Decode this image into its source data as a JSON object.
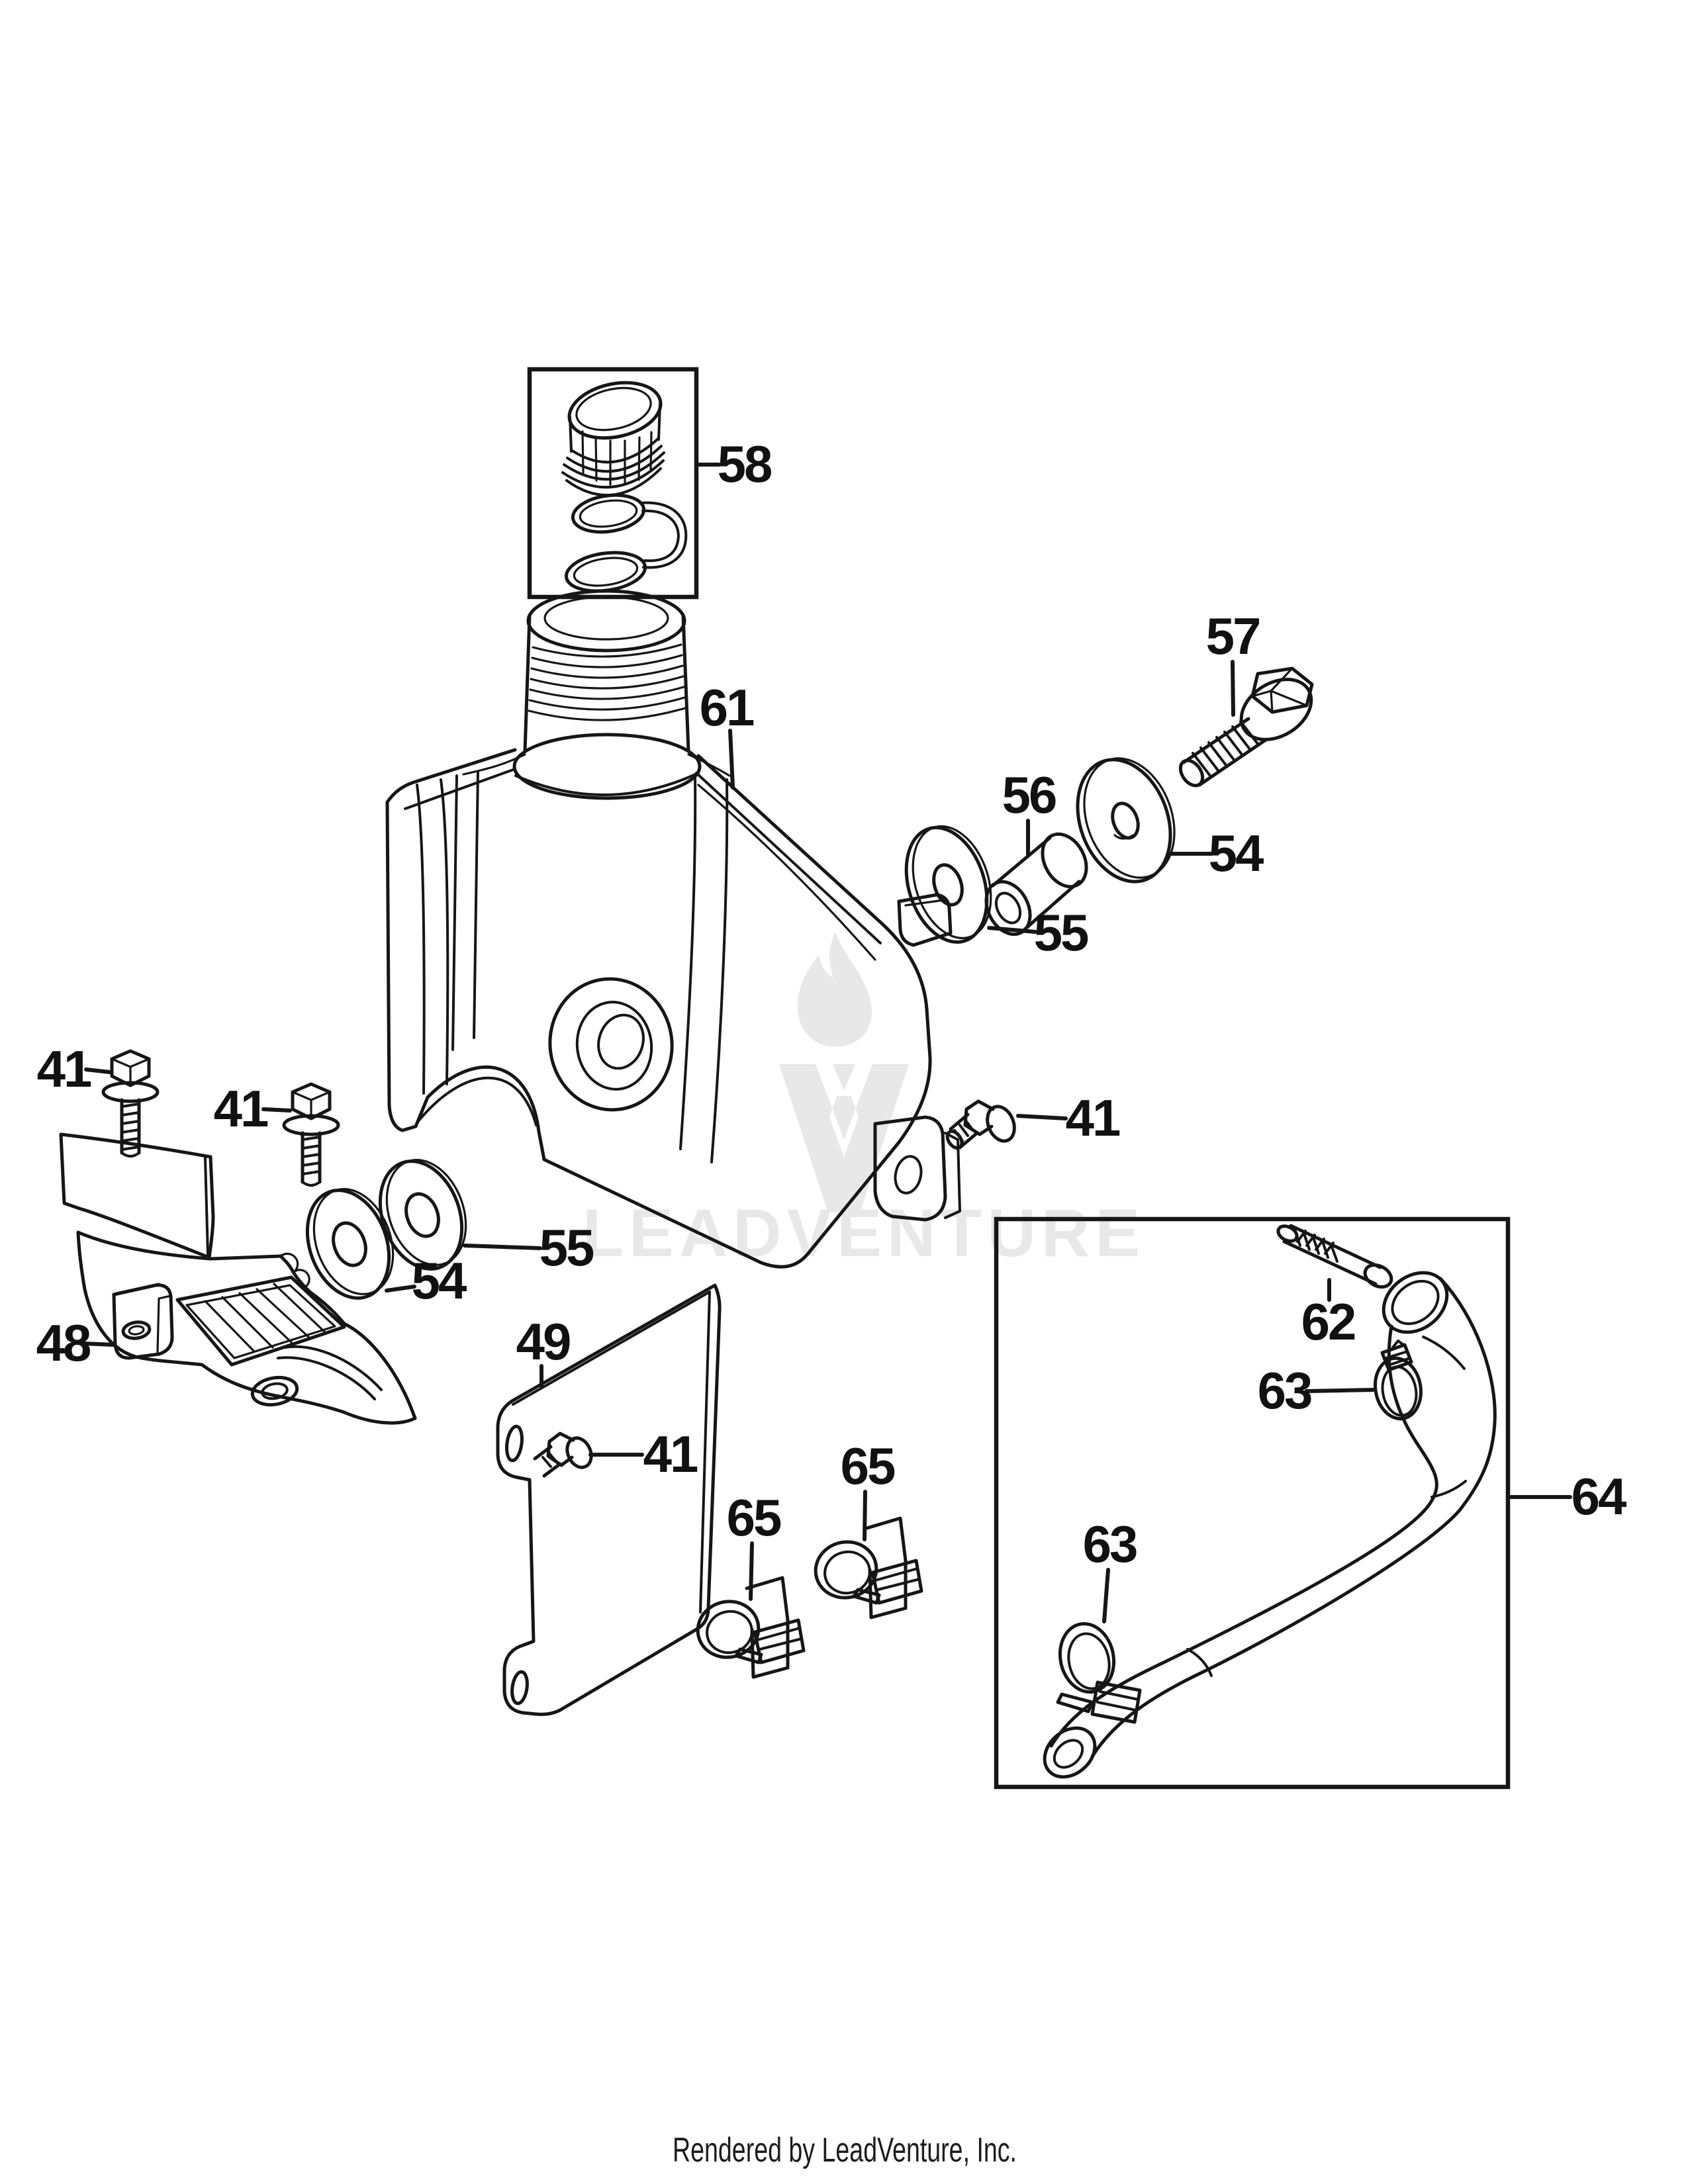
{
  "figure": {
    "line_color": "#161616",
    "background": "#ffffff",
    "callouts": {
      "c58": "58",
      "c61": "61",
      "c57": "57",
      "c56": "56",
      "c54_right": "54",
      "c55_right": "55",
      "c41_top_left": "41",
      "c41_mid": "41",
      "c41_right": "41",
      "c41_plate": "41",
      "c48": "48",
      "c49": "49",
      "c54_left": "54",
      "c55_left": "55",
      "c65_left": "65",
      "c65_right": "65",
      "c63_upper": "63",
      "c63_lower": "63",
      "c62": "62",
      "c64": "64"
    }
  },
  "watermark": {
    "text": "LEADVENTURE",
    "color": "#e8e8e8"
  },
  "footer": {
    "credit": "Rendered by LeadVenture, Inc."
  }
}
